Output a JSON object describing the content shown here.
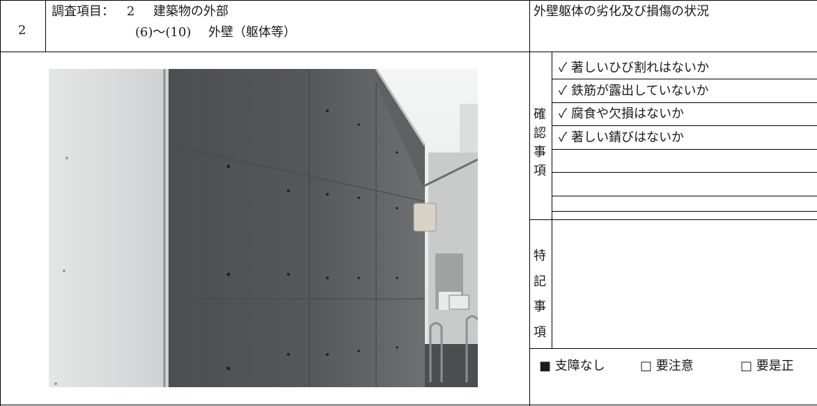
{
  "header": {
    "number": "2",
    "item_label": "調査項目：",
    "item_number": "2",
    "item_name": "建築物の外部",
    "item_range": "(6)～(10)",
    "item_sub": "外壁（躯体等）",
    "subject": "外壁躯体の劣化及び損傷の状況"
  },
  "confirm": {
    "label_chars": [
      "確",
      "認",
      "事",
      "項"
    ],
    "items": [
      "✓ 著しいひび割れはないか",
      "✓ 鉄筋が露出していないか",
      "✓ 腐食や欠損はないか",
      "✓ 著しい錆びはないか"
    ]
  },
  "notes": {
    "label_chars": [
      "特",
      "記",
      "事",
      "項"
    ]
  },
  "status": {
    "options": [
      {
        "mark": "■",
        "label": "支障なし"
      },
      {
        "mark": "□",
        "label": "要注意"
      },
      {
        "mark": "□",
        "label": "要是正"
      }
    ]
  }
}
